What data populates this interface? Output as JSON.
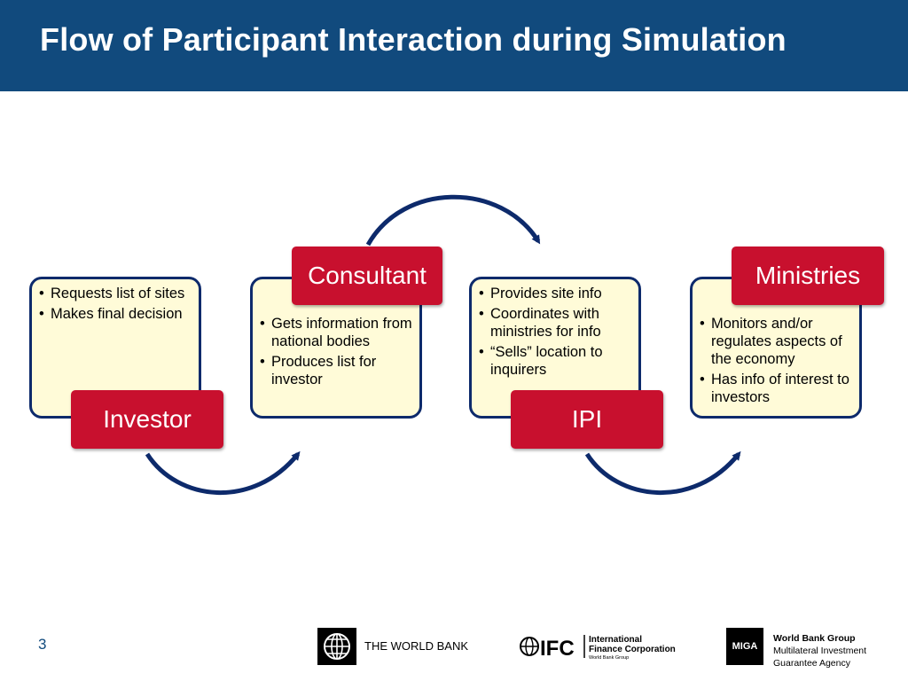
{
  "title": "Flow of Participant Interaction during Simulation",
  "participants": [
    {
      "name": "Investor",
      "bullets": [
        "Requests list of sites",
        "Makes final decision"
      ]
    },
    {
      "name": "Consultant",
      "bullets": [
        "Gets information from national bodies",
        "Produces list for investor"
      ]
    },
    {
      "name": "IPI",
      "bullets": [
        "Provides site info",
        "Coordinates with ministries for info",
        "“Sells” location to inquirers"
      ]
    },
    {
      "name": "Ministries",
      "bullets": [
        "Monitors and/or regulates aspects of the economy",
        "Has info of interest to investors"
      ]
    }
  ],
  "colors": {
    "header": "#114a7d",
    "tag": "#c8102e",
    "card_fill": "#fffbd8",
    "card_border": "#0d2a6b",
    "arrow": "#0d2a6b"
  },
  "footer": {
    "page_number": "3",
    "world_bank": "THE WORLD BANK",
    "ifc_line1": "International",
    "ifc_line2": "Finance Corporation",
    "ifc_line3": "World Bank Group",
    "ifc_mark": "IFC",
    "miga_mark": "MIGA",
    "wbg_title": "World Bank Group",
    "wbg_line1": "Multilateral Investment",
    "wbg_line2": "Guarantee Agency"
  }
}
